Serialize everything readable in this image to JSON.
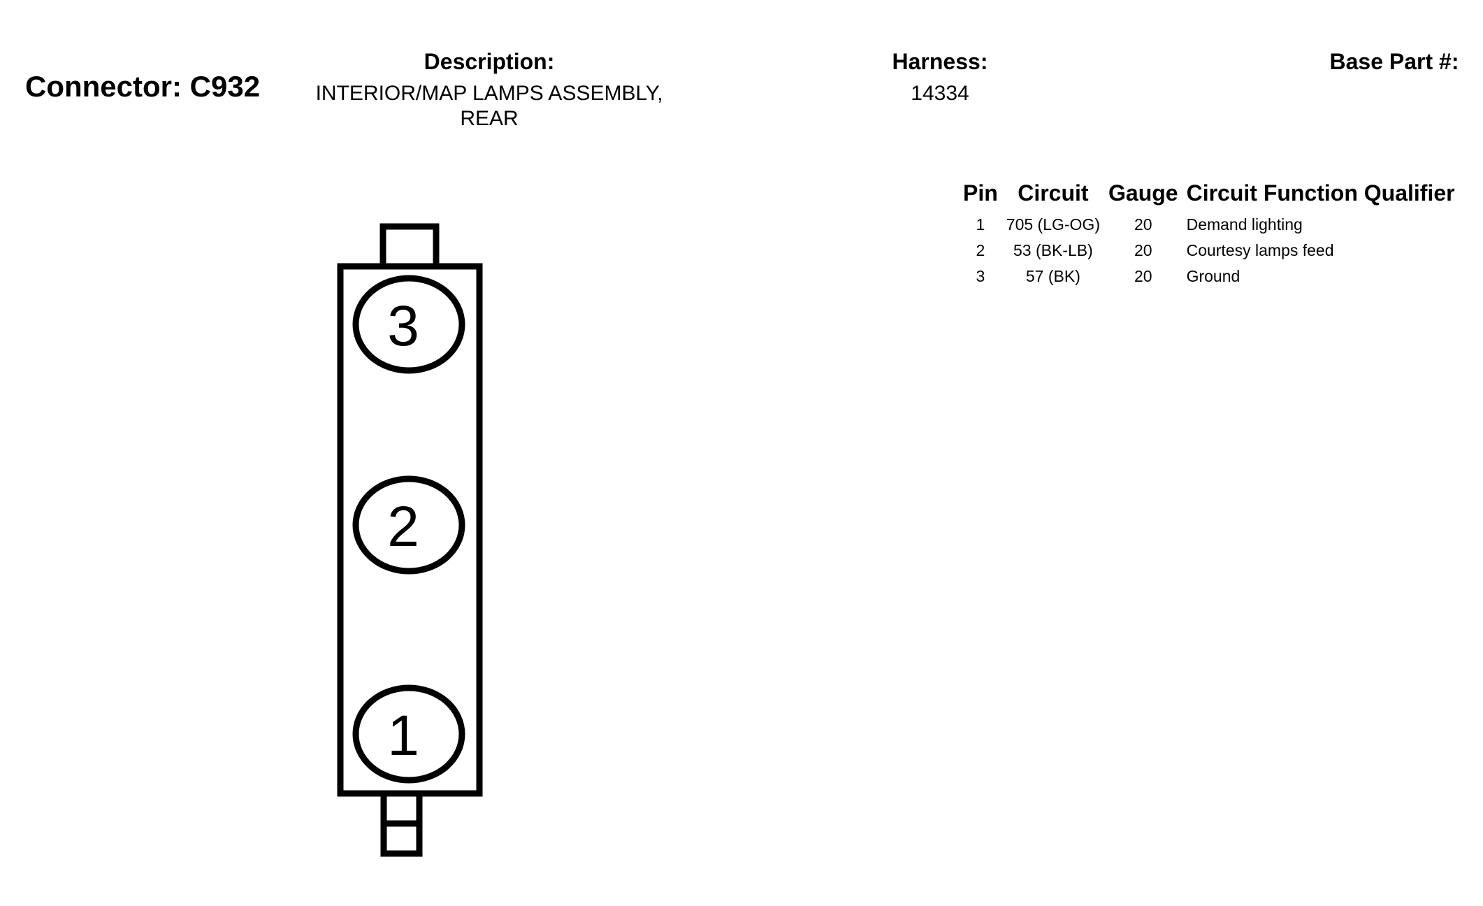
{
  "connector": {
    "label": "Connector: C932"
  },
  "description": {
    "label": "Description:",
    "line1": "INTERIOR/MAP LAMPS ASSEMBLY,",
    "line2": "REAR"
  },
  "harness": {
    "label": "Harness:",
    "value": "14334"
  },
  "base_part": {
    "label": "Base Part #:"
  },
  "table": {
    "headers": {
      "pin": "Pin",
      "circuit": "Circuit",
      "gauge": "Gauge",
      "function": "Circuit Function Qualifier"
    },
    "rows": [
      {
        "pin": "1",
        "circuit": "705 (LG-OG)",
        "gauge": "20",
        "function": "Demand lighting"
      },
      {
        "pin": "2",
        "circuit": "53 (BK-LB)",
        "gauge": "20",
        "function": "Courtesy lamps feed"
      },
      {
        "pin": "3",
        "circuit": "57 (BK)",
        "gauge": "20",
        "function": "Ground"
      }
    ]
  },
  "diagram": {
    "pins": [
      "3",
      "2",
      "1"
    ]
  }
}
